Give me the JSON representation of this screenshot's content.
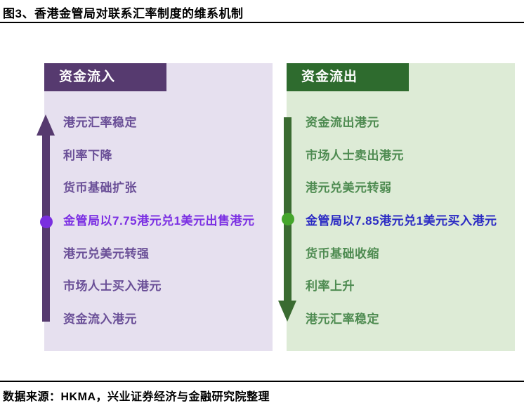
{
  "figure": {
    "title": "图3、香港金管局对联系汇率制度的维系机制",
    "source": "数据来源：HKMA，兴业证券经济与金融研究院整理"
  },
  "colors": {
    "inflow_header_bg": "#563A6F",
    "inflow_panel_bg": "#E6E0EF",
    "inflow_item_text": "#6A4F97",
    "inflow_highlight_text": "#7B2FE3",
    "inflow_arrow": "#563A6F",
    "inflow_dot": "#7A2FE0",
    "outflow_header_bg": "#2E6B2E",
    "outflow_panel_bg": "#DDEBD6",
    "outflow_item_text": "#4E8B51",
    "outflow_highlight_text": "#2B2BC4",
    "outflow_arrow": "#3A6B31",
    "outflow_dot": "#45A62C"
  },
  "inflow": {
    "header": "资金流入",
    "arrow_direction": "up",
    "highlight_index": 3,
    "items": [
      "港元汇率稳定",
      "利率下降",
      "货币基础扩张",
      "金管局以7.75港元兑1美元出售港元",
      "港元兑美元转强",
      "市场人士买入港元",
      "资金流入港元"
    ]
  },
  "outflow": {
    "header": "资金流出",
    "arrow_direction": "down",
    "highlight_index": 3,
    "items": [
      "资金流出港元",
      "市场人士卖出港元",
      "港元兑美元转弱",
      "金管局以7.85港元兑1美元买入港元",
      "货币基础收缩",
      "利率上升",
      "港元汇率稳定"
    ]
  }
}
